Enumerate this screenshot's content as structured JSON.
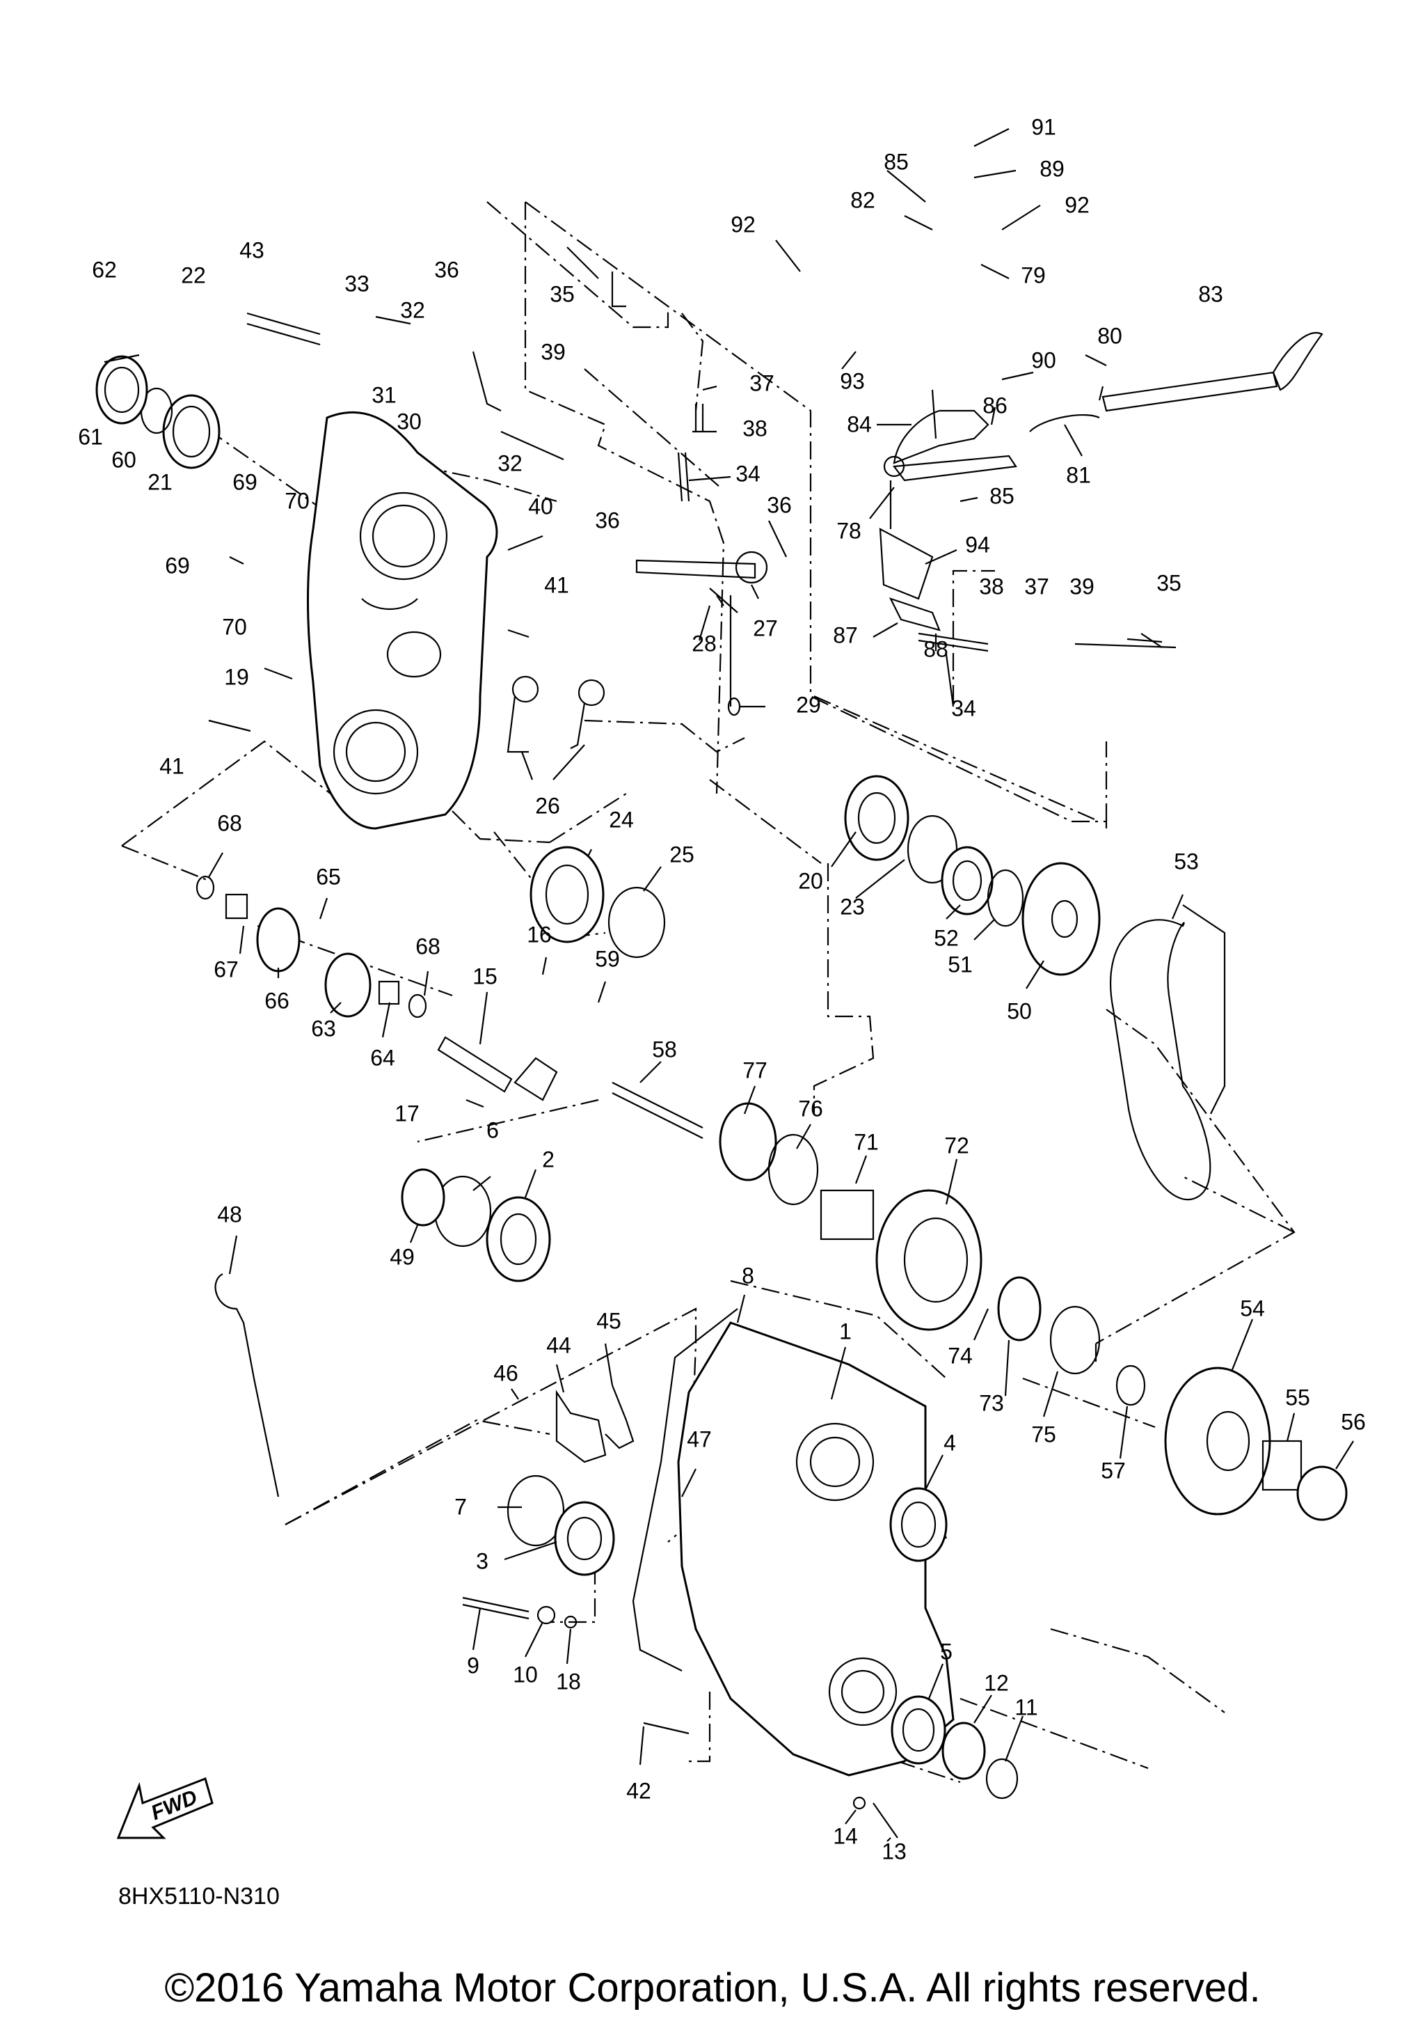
{
  "diagram_code": "8HX5110-N310",
  "copyright": "©2016 Yamaha Motor Corporation, U.S.A. All rights reserved.",
  "direction_marker": "FWD",
  "part_numbers": [
    "1",
    "2",
    "3",
    "4",
    "5",
    "6",
    "7",
    "8",
    "9",
    "10",
    "11",
    "12",
    "13",
    "14",
    "15",
    "16",
    "17",
    "18",
    "19",
    "20",
    "21",
    "22",
    "23",
    "24",
    "25",
    "26",
    "27",
    "28",
    "29",
    "30",
    "31",
    "32",
    "33",
    "34",
    "35",
    "36",
    "37",
    "38",
    "39",
    "40",
    "41",
    "42",
    "43",
    "44",
    "45",
    "46",
    "47",
    "48",
    "49",
    "50",
    "51",
    "52",
    "53",
    "54",
    "55",
    "56",
    "57",
    "58",
    "59",
    "60",
    "61",
    "62",
    "63",
    "64",
    "65",
    "66",
    "67",
    "68",
    "69",
    "70",
    "71",
    "72",
    "73",
    "74",
    "75",
    "76",
    "77",
    "78",
    "79",
    "80",
    "81",
    "82",
    "83",
    "84",
    "85",
    "86",
    "87",
    "88",
    "89",
    "90",
    "91",
    "92",
    "93",
    "94"
  ]
}
